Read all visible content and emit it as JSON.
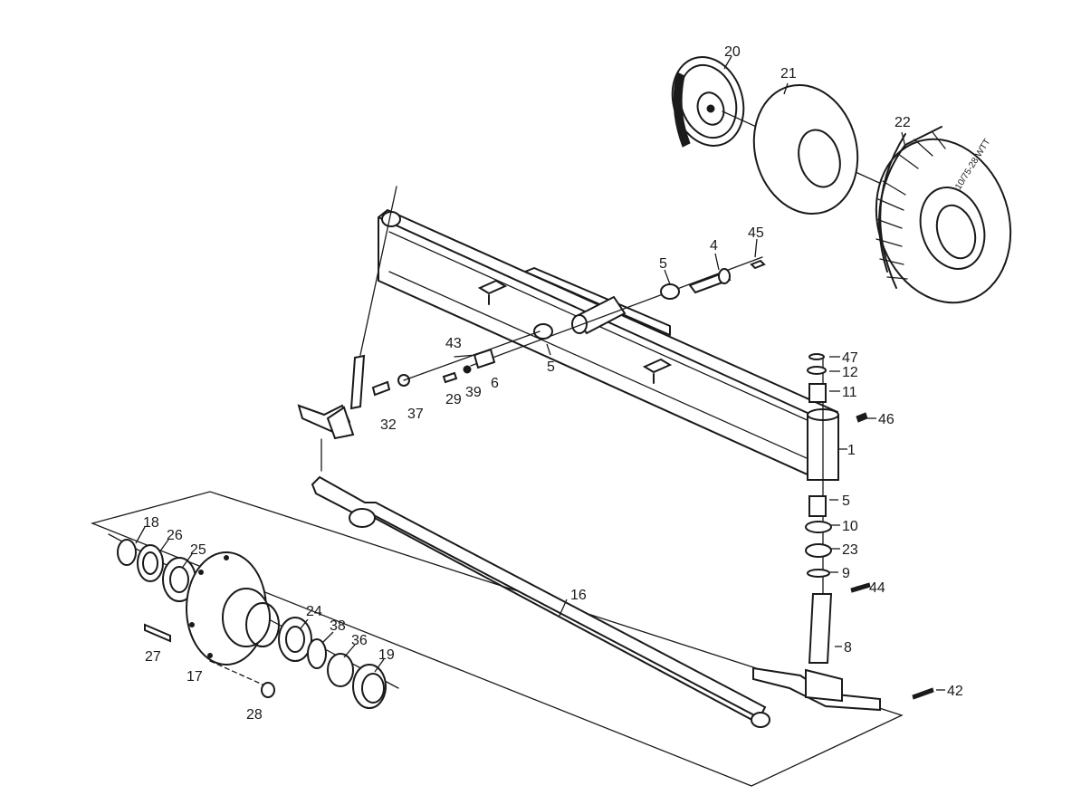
{
  "diagram": {
    "callouts": [
      {
        "id": "c1",
        "text": "1"
      },
      {
        "id": "c4",
        "text": "4"
      },
      {
        "id": "c5a",
        "text": "5"
      },
      {
        "id": "c5b",
        "text": "5"
      },
      {
        "id": "c5c",
        "text": "5"
      },
      {
        "id": "c6",
        "text": "6"
      },
      {
        "id": "c8",
        "text": "8"
      },
      {
        "id": "c9",
        "text": "9"
      },
      {
        "id": "c10",
        "text": "10"
      },
      {
        "id": "c11",
        "text": "11"
      },
      {
        "id": "c12",
        "text": "12"
      },
      {
        "id": "c16",
        "text": "16"
      },
      {
        "id": "c17",
        "text": "17"
      },
      {
        "id": "c18",
        "text": "18"
      },
      {
        "id": "c19",
        "text": "19"
      },
      {
        "id": "c20",
        "text": "20"
      },
      {
        "id": "c21",
        "text": "21"
      },
      {
        "id": "c22",
        "text": "22"
      },
      {
        "id": "c23",
        "text": "23"
      },
      {
        "id": "c24",
        "text": "24"
      },
      {
        "id": "c25",
        "text": "25"
      },
      {
        "id": "c26",
        "text": "26"
      },
      {
        "id": "c27",
        "text": "27"
      },
      {
        "id": "c28",
        "text": "28"
      },
      {
        "id": "c29",
        "text": "29"
      },
      {
        "id": "c32",
        "text": "32"
      },
      {
        "id": "c36",
        "text": "36"
      },
      {
        "id": "c37",
        "text": "37"
      },
      {
        "id": "c38",
        "text": "38"
      },
      {
        "id": "c39",
        "text": "39"
      },
      {
        "id": "c42",
        "text": "42"
      },
      {
        "id": "c43",
        "text": "43"
      },
      {
        "id": "c44",
        "text": "44"
      },
      {
        "id": "c45",
        "text": "45"
      },
      {
        "id": "c46",
        "text": "46"
      },
      {
        "id": "c47",
        "text": "47"
      }
    ],
    "tire_marking": "10/75-28 WTT"
  }
}
